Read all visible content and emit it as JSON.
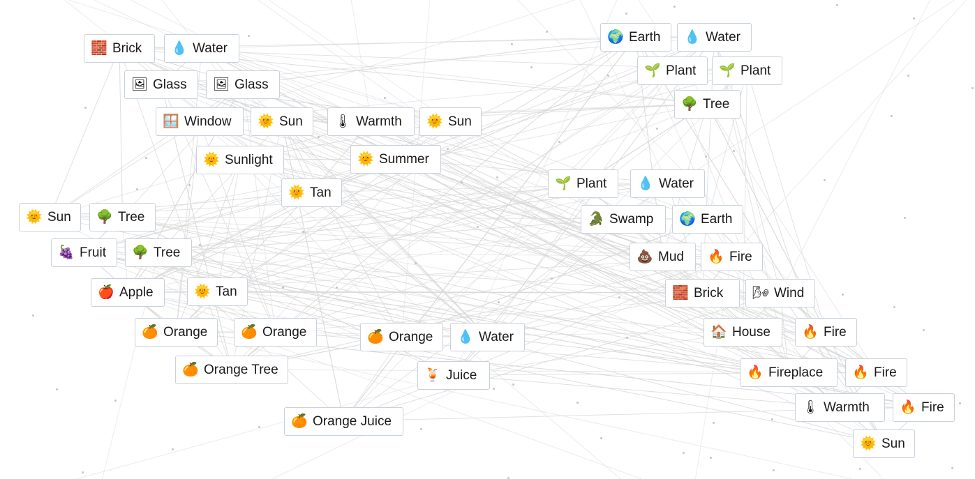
{
  "colors": {
    "background": "#ffffff",
    "tile_border": "#c8d1dc",
    "line": "#d9d9d9",
    "dot": "#c4c4c4"
  },
  "icons": {
    "brick": "🧱",
    "water": "💧",
    "glass": "🖼",
    "window": "🪟",
    "sun": "🌞",
    "warmth": "🌡",
    "sunlight": "🌞",
    "summer": "🌞",
    "tan": "🌞",
    "tree": "🌳",
    "fruit": "🍇",
    "apple": "🍎",
    "orange": "🍊",
    "juice": "🍹",
    "earth": "🌍",
    "plant": "🌱",
    "swamp": "🐊",
    "mud": "💩",
    "fire": "🔥",
    "wind": "🌬",
    "house": "🏠"
  },
  "tiles": [
    {
      "id": "t1",
      "label": "Brick",
      "icon": "brick"
    },
    {
      "id": "t2",
      "label": "Water",
      "icon": "water"
    },
    {
      "id": "t3",
      "label": "Glass",
      "icon": "glass"
    },
    {
      "id": "t4",
      "label": "Glass",
      "icon": "glass"
    },
    {
      "id": "t5",
      "label": "Window",
      "icon": "window"
    },
    {
      "id": "t6",
      "label": "Sun",
      "icon": "sun"
    },
    {
      "id": "t7",
      "label": "Warmth",
      "icon": "warmth"
    },
    {
      "id": "t8",
      "label": "Sun",
      "icon": "sun"
    },
    {
      "id": "t9",
      "label": "Sunlight",
      "icon": "sunlight"
    },
    {
      "id": "t10",
      "label": "Summer",
      "icon": "summer"
    },
    {
      "id": "t11",
      "label": "Tan",
      "icon": "tan"
    },
    {
      "id": "t12",
      "label": "Sun",
      "icon": "sun"
    },
    {
      "id": "t13",
      "label": "Tree",
      "icon": "tree"
    },
    {
      "id": "t14",
      "label": "Fruit",
      "icon": "fruit"
    },
    {
      "id": "t15",
      "label": "Tree",
      "icon": "tree"
    },
    {
      "id": "t16",
      "label": "Apple",
      "icon": "apple"
    },
    {
      "id": "t17",
      "label": "Tan",
      "icon": "tan"
    },
    {
      "id": "t18",
      "label": "Orange",
      "icon": "orange"
    },
    {
      "id": "t19",
      "label": "Orange",
      "icon": "orange"
    },
    {
      "id": "t20",
      "label": "Orange Tree",
      "icon": "orange"
    },
    {
      "id": "t21",
      "label": "Orange",
      "icon": "orange"
    },
    {
      "id": "t22",
      "label": "Water",
      "icon": "water"
    },
    {
      "id": "t23",
      "label": "Juice",
      "icon": "juice"
    },
    {
      "id": "t24",
      "label": "Orange Juice",
      "icon": "orange"
    },
    {
      "id": "t25",
      "label": "Earth",
      "icon": "earth"
    },
    {
      "id": "t26",
      "label": "Water",
      "icon": "water"
    },
    {
      "id": "t27",
      "label": "Plant",
      "icon": "plant"
    },
    {
      "id": "t28",
      "label": "Plant",
      "icon": "plant"
    },
    {
      "id": "t29",
      "label": "Tree",
      "icon": "tree"
    },
    {
      "id": "t30",
      "label": "Plant",
      "icon": "plant"
    },
    {
      "id": "t31",
      "label": "Water",
      "icon": "water"
    },
    {
      "id": "t32",
      "label": "Swamp",
      "icon": "swamp"
    },
    {
      "id": "t33",
      "label": "Earth",
      "icon": "earth"
    },
    {
      "id": "t34",
      "label": "Mud",
      "icon": "mud"
    },
    {
      "id": "t35",
      "label": "Fire",
      "icon": "fire"
    },
    {
      "id": "t36",
      "label": "Brick",
      "icon": "brick"
    },
    {
      "id": "t37",
      "label": "Wind",
      "icon": "wind"
    },
    {
      "id": "t38",
      "label": "House",
      "icon": "house"
    },
    {
      "id": "t39",
      "label": "Fire",
      "icon": "fire"
    },
    {
      "id": "t40",
      "label": "Fireplace",
      "icon": "fire"
    },
    {
      "id": "t41",
      "label": "Fire",
      "icon": "fire"
    },
    {
      "id": "t42",
      "label": "Warmth",
      "icon": "warmth"
    },
    {
      "id": "t43",
      "label": "Fire",
      "icon": "fire"
    },
    {
      "id": "t44",
      "label": "Sun",
      "icon": "sun"
    }
  ]
}
